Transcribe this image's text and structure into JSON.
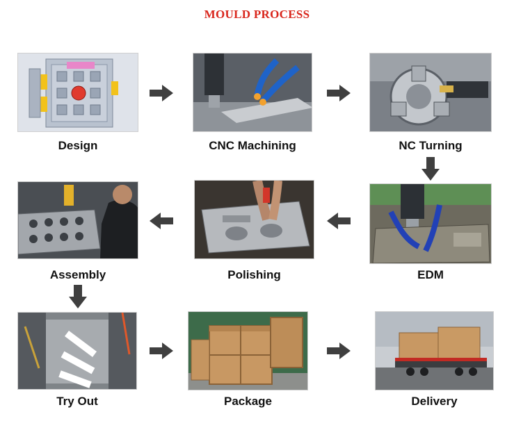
{
  "title": "MOULD PROCESS",
  "steps": [
    {
      "label": "Design",
      "picture": "mould-design-cad-render"
    },
    {
      "label": "CNC Machining",
      "picture": "cnc-milling-spindle-with-coolant-hoses"
    },
    {
      "label": "NC Turning",
      "picture": "lathe-chuck-turning-part"
    },
    {
      "label": "EDM",
      "picture": "edm-machine-with-blue-hoses"
    },
    {
      "label": "Polishing",
      "picture": "hands-polishing-mould-plate"
    },
    {
      "label": "Assembly",
      "picture": "worker-assembling-mould"
    },
    {
      "label": "Try Out",
      "picture": "injection-machine-mould-open"
    },
    {
      "label": "Package",
      "picture": "wooden-crates"
    },
    {
      "label": "Delivery",
      "picture": "truck-loaded-with-crates"
    }
  ],
  "colors": {
    "title": "#d9261c",
    "arrow": "#3f3f3f",
    "label": "#111111"
  }
}
